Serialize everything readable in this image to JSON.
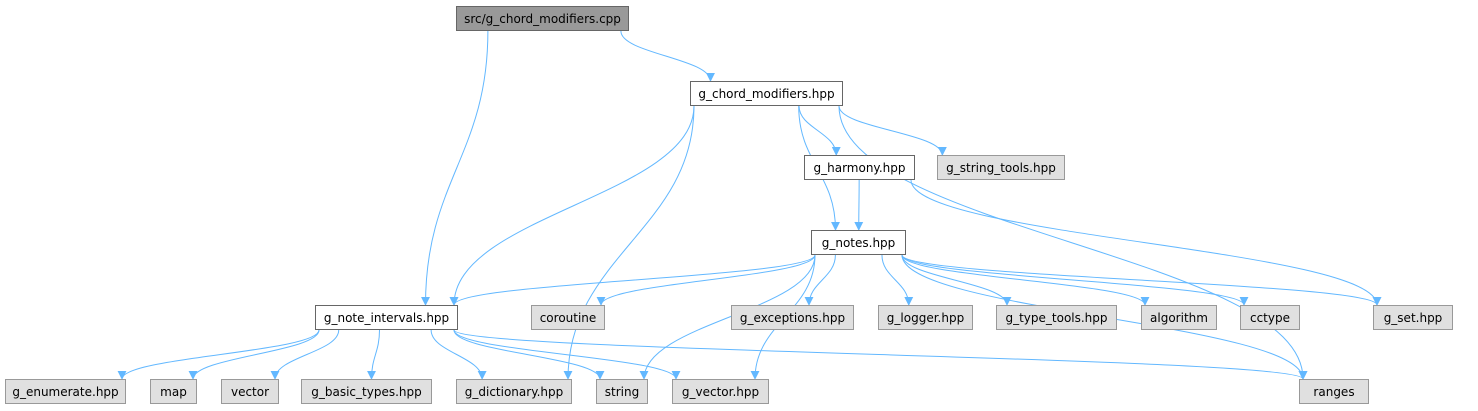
{
  "graph": {
    "edge_color": "#63b8ff",
    "nodes": {
      "src_g_chord_modifiers_cpp": {
        "label": "src/g_chord_modifiers.cpp",
        "kind": "root"
      },
      "g_chord_modifiers_hpp": {
        "label": "g_chord_modifiers.hpp",
        "kind": "local"
      },
      "g_harmony_hpp": {
        "label": "g_harmony.hpp",
        "kind": "local"
      },
      "g_string_tools_hpp": {
        "label": "g_string_tools.hpp",
        "kind": "external"
      },
      "g_notes_hpp": {
        "label": "g_notes.hpp",
        "kind": "local"
      },
      "g_note_intervals_hpp": {
        "label": "g_note_intervals.hpp",
        "kind": "local"
      },
      "coroutine": {
        "label": "coroutine",
        "kind": "external"
      },
      "g_exceptions_hpp": {
        "label": "g_exceptions.hpp",
        "kind": "external"
      },
      "g_logger_hpp": {
        "label": "g_logger.hpp",
        "kind": "external"
      },
      "g_type_tools_hpp": {
        "label": "g_type_tools.hpp",
        "kind": "external"
      },
      "algorithm": {
        "label": "algorithm",
        "kind": "external"
      },
      "cctype": {
        "label": "cctype",
        "kind": "external"
      },
      "g_set_hpp": {
        "label": "g_set.hpp",
        "kind": "external"
      },
      "g_enumerate_hpp": {
        "label": "g_enumerate.hpp",
        "kind": "external"
      },
      "map": {
        "label": "map",
        "kind": "external"
      },
      "vector": {
        "label": "vector",
        "kind": "external"
      },
      "g_basic_types_hpp": {
        "label": "g_basic_types.hpp",
        "kind": "external"
      },
      "g_dictionary_hpp": {
        "label": "g_dictionary.hpp",
        "kind": "external"
      },
      "string": {
        "label": "string",
        "kind": "external"
      },
      "g_vector_hpp": {
        "label": "g_vector.hpp",
        "kind": "external"
      },
      "ranges": {
        "label": "ranges",
        "kind": "external"
      }
    },
    "edges": [
      [
        "src_g_chord_modifiers_cpp",
        "g_chord_modifiers_hpp"
      ],
      [
        "src_g_chord_modifiers_cpp",
        "g_note_intervals_hpp"
      ],
      [
        "g_chord_modifiers_hpp",
        "g_note_intervals_hpp"
      ],
      [
        "g_chord_modifiers_hpp",
        "g_dictionary_hpp"
      ],
      [
        "g_chord_modifiers_hpp",
        "g_notes_hpp"
      ],
      [
        "g_chord_modifiers_hpp",
        "g_harmony_hpp"
      ],
      [
        "g_chord_modifiers_hpp",
        "g_string_tools_hpp"
      ],
      [
        "g_chord_modifiers_hpp",
        "ranges"
      ],
      [
        "g_harmony_hpp",
        "g_notes_hpp"
      ],
      [
        "g_harmony_hpp",
        "g_set_hpp"
      ],
      [
        "g_notes_hpp",
        "g_note_intervals_hpp"
      ],
      [
        "g_notes_hpp",
        "coroutine"
      ],
      [
        "g_notes_hpp",
        "string"
      ],
      [
        "g_notes_hpp",
        "g_vector_hpp"
      ],
      [
        "g_notes_hpp",
        "g_exceptions_hpp"
      ],
      [
        "g_notes_hpp",
        "g_logger_hpp"
      ],
      [
        "g_notes_hpp",
        "g_type_tools_hpp"
      ],
      [
        "g_notes_hpp",
        "algorithm"
      ],
      [
        "g_notes_hpp",
        "cctype"
      ],
      [
        "g_notes_hpp",
        "g_set_hpp"
      ],
      [
        "g_notes_hpp",
        "ranges"
      ],
      [
        "g_note_intervals_hpp",
        "g_enumerate_hpp"
      ],
      [
        "g_note_intervals_hpp",
        "map"
      ],
      [
        "g_note_intervals_hpp",
        "vector"
      ],
      [
        "g_note_intervals_hpp",
        "g_basic_types_hpp"
      ],
      [
        "g_note_intervals_hpp",
        "g_dictionary_hpp"
      ],
      [
        "g_note_intervals_hpp",
        "string"
      ],
      [
        "g_note_intervals_hpp",
        "g_vector_hpp"
      ],
      [
        "g_note_intervals_hpp",
        "ranges"
      ]
    ]
  }
}
